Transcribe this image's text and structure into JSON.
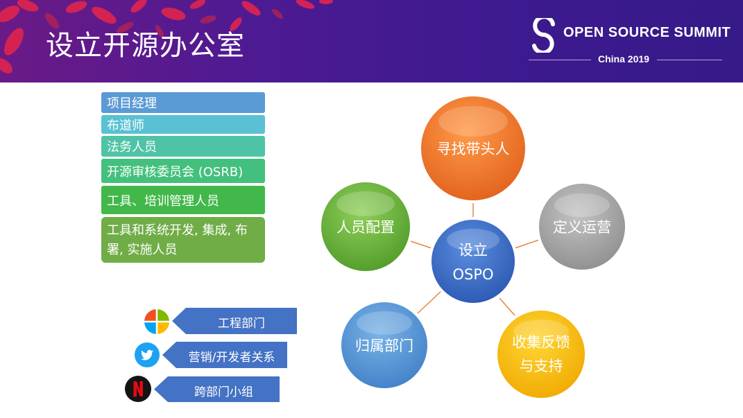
{
  "header": {
    "title": "设立开源办公室",
    "logo_text": "OPEN SOURCE SUMMIT",
    "logo_subtitle": "China 2019",
    "colors": {
      "bg_left": "#6a1a86",
      "bg_right": "#361a88",
      "leaf": "#e0254e"
    }
  },
  "roles": [
    {
      "label": "项目经理",
      "color": "#5b9bd5"
    },
    {
      "label": "布道师",
      "color": "#59c1d3"
    },
    {
      "label": "法务人员",
      "color": "#4fc3a5"
    },
    {
      "label": "开源审核委员会 (OSRB)",
      "color": "#44c07e"
    },
    {
      "label": "工具、培训管理人员",
      "color": "#42b84a"
    },
    {
      "label_line1": "工具和系统开发, 集成, 布",
      "label_line2": "署, 实施人员",
      "color": "#70ad47"
    }
  ],
  "departments": [
    {
      "label": "工程部门",
      "icon": "windows-logo-icon"
    },
    {
      "label": "营销/开发者关系",
      "icon": "twitter-bird-icon"
    },
    {
      "label": "跨部门小组",
      "icon": "netflix-logo-icon"
    }
  ],
  "diagram": {
    "center": {
      "line1": "设立",
      "line2": "OSPO",
      "color": "#3a6cc4"
    },
    "nodes": [
      {
        "label": "寻找带头人",
        "color": "#ee7722"
      },
      {
        "label": "定义运营",
        "color": "#a5a5a5"
      },
      {
        "label_line1": "收集反馈",
        "label_line2": "与支持",
        "color": "#f5c000"
      },
      {
        "label": "归属部门",
        "color": "#5b9bd5"
      },
      {
        "label": "人员配置",
        "color": "#6ab03a"
      }
    ],
    "connector_color": "#e8843a"
  }
}
